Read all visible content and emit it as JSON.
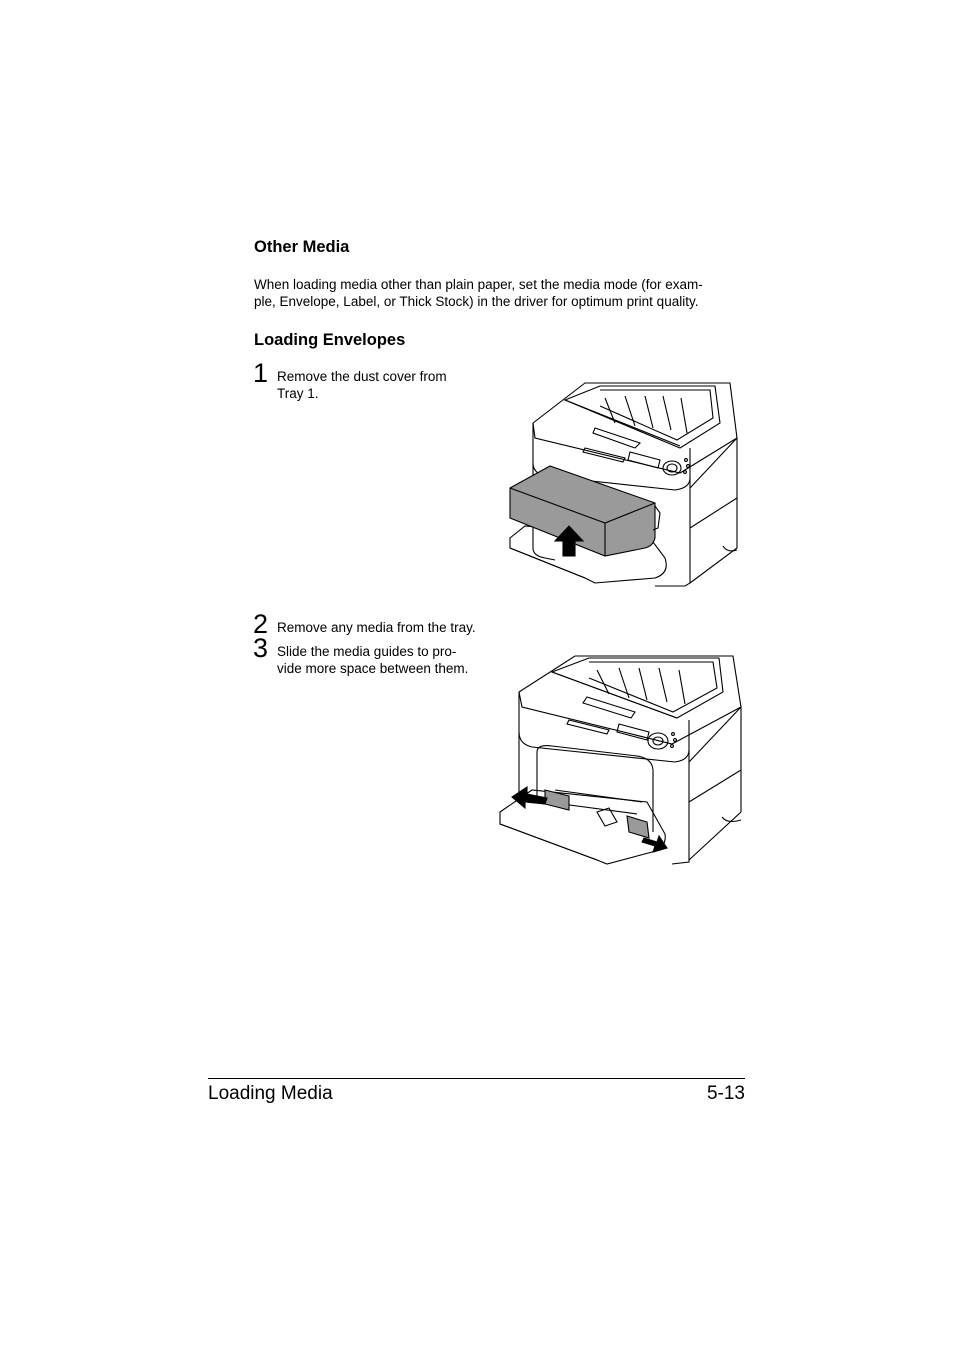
{
  "section": {
    "title": "Other Media",
    "intro_line1": "When loading media other than plain paper, set the media mode (for exam-",
    "intro_line2": "ple, Envelope, Label, or Thick Stock) in the driver for optimum print quality."
  },
  "subsection": {
    "title": "Loading Envelopes"
  },
  "steps": [
    {
      "number": "1",
      "line1": "Remove the dust cover from",
      "line2": "Tray 1."
    },
    {
      "number": "2",
      "line1": "Remove any media from the tray.",
      "line2": ""
    },
    {
      "number": "3",
      "line1": "Slide the media guides to pro-",
      "line2": "vide more space between them."
    }
  ],
  "footer": {
    "chapter": "Loading Media",
    "page": "5-13"
  }
}
